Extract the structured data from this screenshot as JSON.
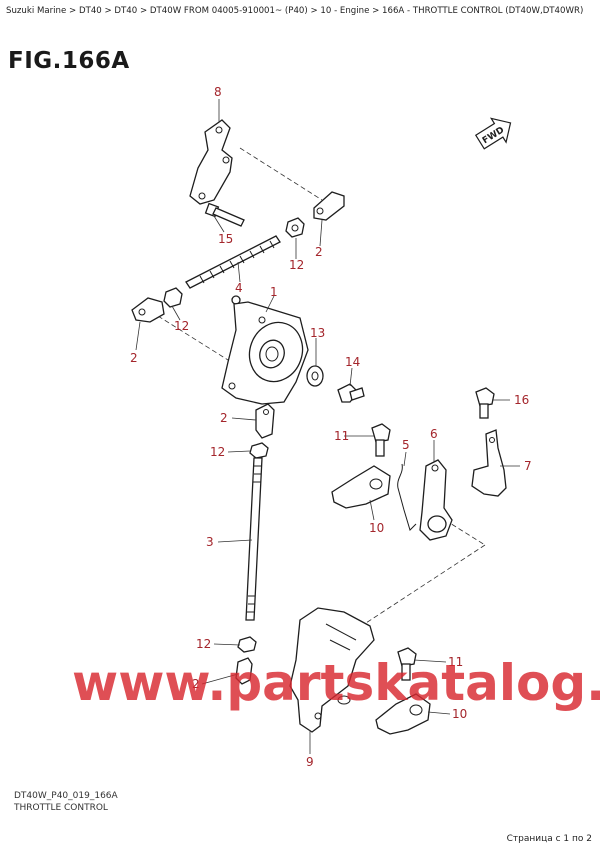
{
  "breadcrumb": "Suzuki Marine > DT40 > DT40 > DT40W FROM 04005-910001~ (P40) > 10 - Engine > 166A - THROTTLE CONTROL (DT40W,DT40WR)",
  "figure": {
    "title": "FIG.166A",
    "code": "DT40W_P40_019_166A",
    "name": "THROTTLE CONTROL"
  },
  "direction_label": "FWD",
  "pager": "Страница с 1 по 2",
  "watermark": "www.partskatalog.ru",
  "callouts": {
    "c1": "1",
    "c2a": "2",
    "c2b": "2",
    "c2c": "2",
    "c2d": "2",
    "c3": "3",
    "c4": "4",
    "c5": "5",
    "c6": "6",
    "c7": "7",
    "c8": "8",
    "c9": "9",
    "c10a": "10",
    "c10b": "10",
    "c11a": "11",
    "c11b": "11",
    "c12a": "12",
    "c12b": "12",
    "c12c": "12",
    "c12d": "12",
    "c13": "13",
    "c14": "14",
    "c15": "15",
    "c16": "16"
  },
  "colors": {
    "callout": "#a4262c",
    "watermark": "#d8282f",
    "line": "#1e1e1e"
  }
}
